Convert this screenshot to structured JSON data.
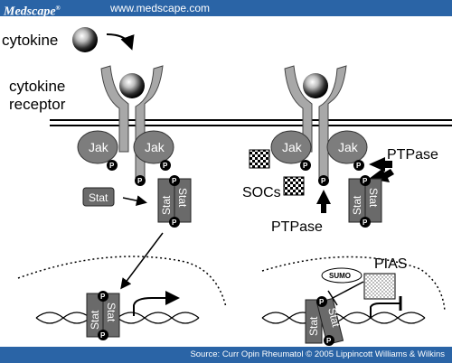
{
  "header": {
    "logo": "Medscape",
    "logo_mark": "®",
    "url": "www.medscape.com",
    "bar_color": "#2a64a6"
  },
  "footer": {
    "source": "Source: Curr Opin Rheumatol © 2005 Lippincott Williams & Wilkins"
  },
  "diagram": {
    "labels": {
      "cytokine": "cytokine",
      "cytokine_receptor_line1": "cytokine",
      "cytokine_receptor_line2": "receptor",
      "socs": "SOCs",
      "ptpase": "PTPase",
      "pias": "PIAS",
      "sumo": "SUMO"
    },
    "left_panel": {
      "jak_left": "Jak",
      "jak_right": "Jak",
      "stat_single": "Stat",
      "dimer_stat_a": "Stat",
      "dimer_stat_b": "Stat",
      "nuclear_stat_a": "Stat",
      "nuclear_stat_b": "Stat",
      "phospho": "P"
    },
    "right_panel": {
      "jak_left": "Jak",
      "jak_right": "Jak",
      "dimer_stat_a": "Stat",
      "dimer_stat_b": "Stat",
      "nuclear_stat_a": "Stat",
      "nuclear_stat_b": "Stat",
      "phospho": "P"
    },
    "colors": {
      "receptor": "#a8a8a8",
      "jak": "#7d7d7d",
      "stat": "#6a6a6a",
      "phospho": "#000000",
      "sumo_fill": "#ffffff"
    }
  }
}
